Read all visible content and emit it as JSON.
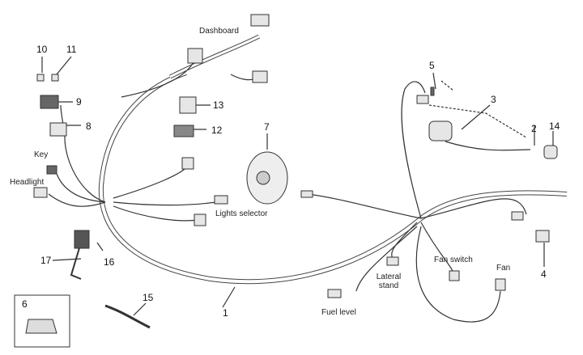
{
  "labels": {
    "dashboard": "Dashboard",
    "key": "Key",
    "headlight": "Headlight",
    "lights_selector": "Lights selector",
    "fuel_level": "Fuel level",
    "lateral_stand_1": "Lateral",
    "lateral_stand_2": "stand",
    "fan_switch": "Fan switch",
    "fan": "Fan"
  },
  "part_numbers": [
    "1",
    "2",
    "3",
    "4",
    "5",
    "6",
    "7",
    "8",
    "9",
    "10",
    "11",
    "12",
    "13",
    "14",
    "15",
    "16",
    "17"
  ],
  "colors": {
    "line": "#333333",
    "fill_light": "#e6e6e6",
    "fill_dark": "#555555"
  }
}
